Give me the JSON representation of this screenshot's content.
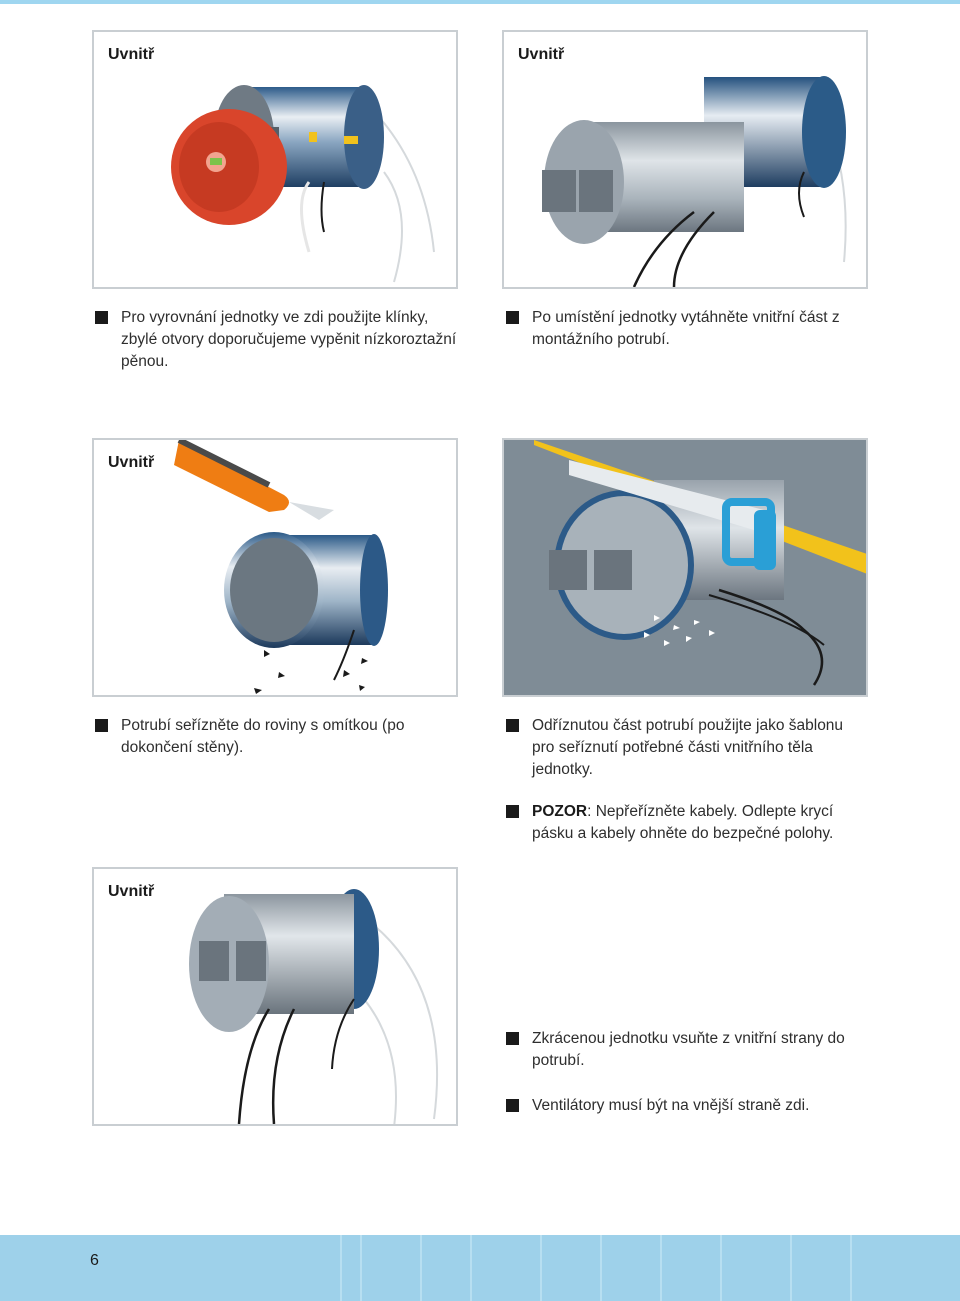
{
  "panels": [
    {
      "label": "Uvnitř"
    },
    {
      "label": "Uvnitř"
    },
    {
      "label": "Uvnitř"
    },
    {
      "label": ""
    },
    {
      "label": "Uvnitř"
    }
  ],
  "captions": {
    "step1": "Pro vyrovnání jednotky ve zdi použijte klínky, zbylé otvory doporučujeme vypěnit nízkoroztažní pěnou.",
    "step2": "Po umístění jednotky vytáhněte vnitřní část z montážního potrubí.",
    "step3": "Potrubí seřízněte do roviny s omítkou (po dokončení stěny).",
    "step4": "Odříznutou část potrubí použijte jako šablonu pro seříznutí potřebné části vnitřního těla jednotky.",
    "warning_label": "POZOR",
    "warning_text": ": Nepřeřízněte kabely. Odlepte krycí pásku a kabely ohněte do bezpečné polohy.",
    "step5a": "Zkrácenou jednotku vsuňte z vnitřní strany do potrubí.",
    "step5b": "Ventilátory musí být na vnější straně zdi."
  },
  "page_number": "6",
  "colors": {
    "accent": "#9ed1ea",
    "frame": "#c9ced2",
    "wedge_red": "#d9452b",
    "saw_blue": "#2a9fd6",
    "wall_yellow": "#f2c21b",
    "wall_grey": "#7f8c96"
  },
  "icons": [
    "cylinder-unit-illustration",
    "red-cap-illustration",
    "knife-illustration",
    "saw-illustration"
  ]
}
